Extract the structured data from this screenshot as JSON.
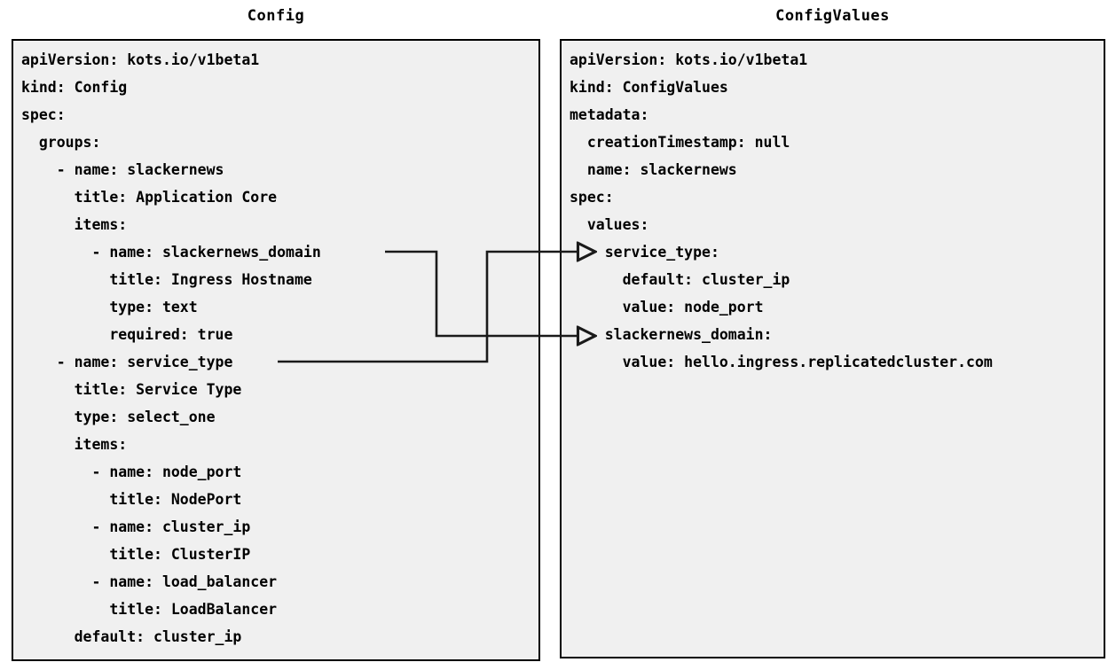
{
  "diagram": {
    "type": "yaml-mapping-diagram",
    "background_color": "#ffffff",
    "panel_fill_color": "#f0f0f0",
    "panel_border_color": "#000000",
    "connector_color": "#1a1a1a"
  },
  "panels": {
    "config": {
      "title": "Config",
      "lines": [
        "apiVersion: kots.io/v1beta1",
        "kind: Config",
        "spec:",
        "  groups:",
        "    - name: slackernews",
        "      title: Application Core",
        "      items:",
        "        - name: slackernews_domain",
        "          title: Ingress Hostname",
        "          type: text",
        "          required: true",
        "    - name: service_type",
        "      title: Service Type",
        "      type: select_one",
        "      items:",
        "        - name: node_port",
        "          title: NodePort",
        "        - name: cluster_ip",
        "          title: ClusterIP",
        "        - name: load_balancer",
        "          title: LoadBalancer",
        "      default: cluster_ip"
      ]
    },
    "configvalues": {
      "title": "ConfigValues",
      "lines": [
        "apiVersion: kots.io/v1beta1",
        "kind: ConfigValues",
        "metadata:",
        "  creationTimestamp: null",
        "  name: slackernews",
        "spec:",
        "  values:",
        "    service_type:",
        "      default: cluster_ip",
        "      value: node_port",
        "    slackernews_domain:",
        "      value: hello.ingress.replicatedcluster.com"
      ]
    }
  },
  "connectors": [
    {
      "id": "slackernews-domain-mapping",
      "from_label": "slackernews_domain",
      "to_label": "slackernews_domain:",
      "arrowhead": "open-triangle"
    },
    {
      "id": "service-type-mapping",
      "from_label": "service_type",
      "to_label": "service_type:",
      "arrowhead": "open-triangle"
    }
  ]
}
